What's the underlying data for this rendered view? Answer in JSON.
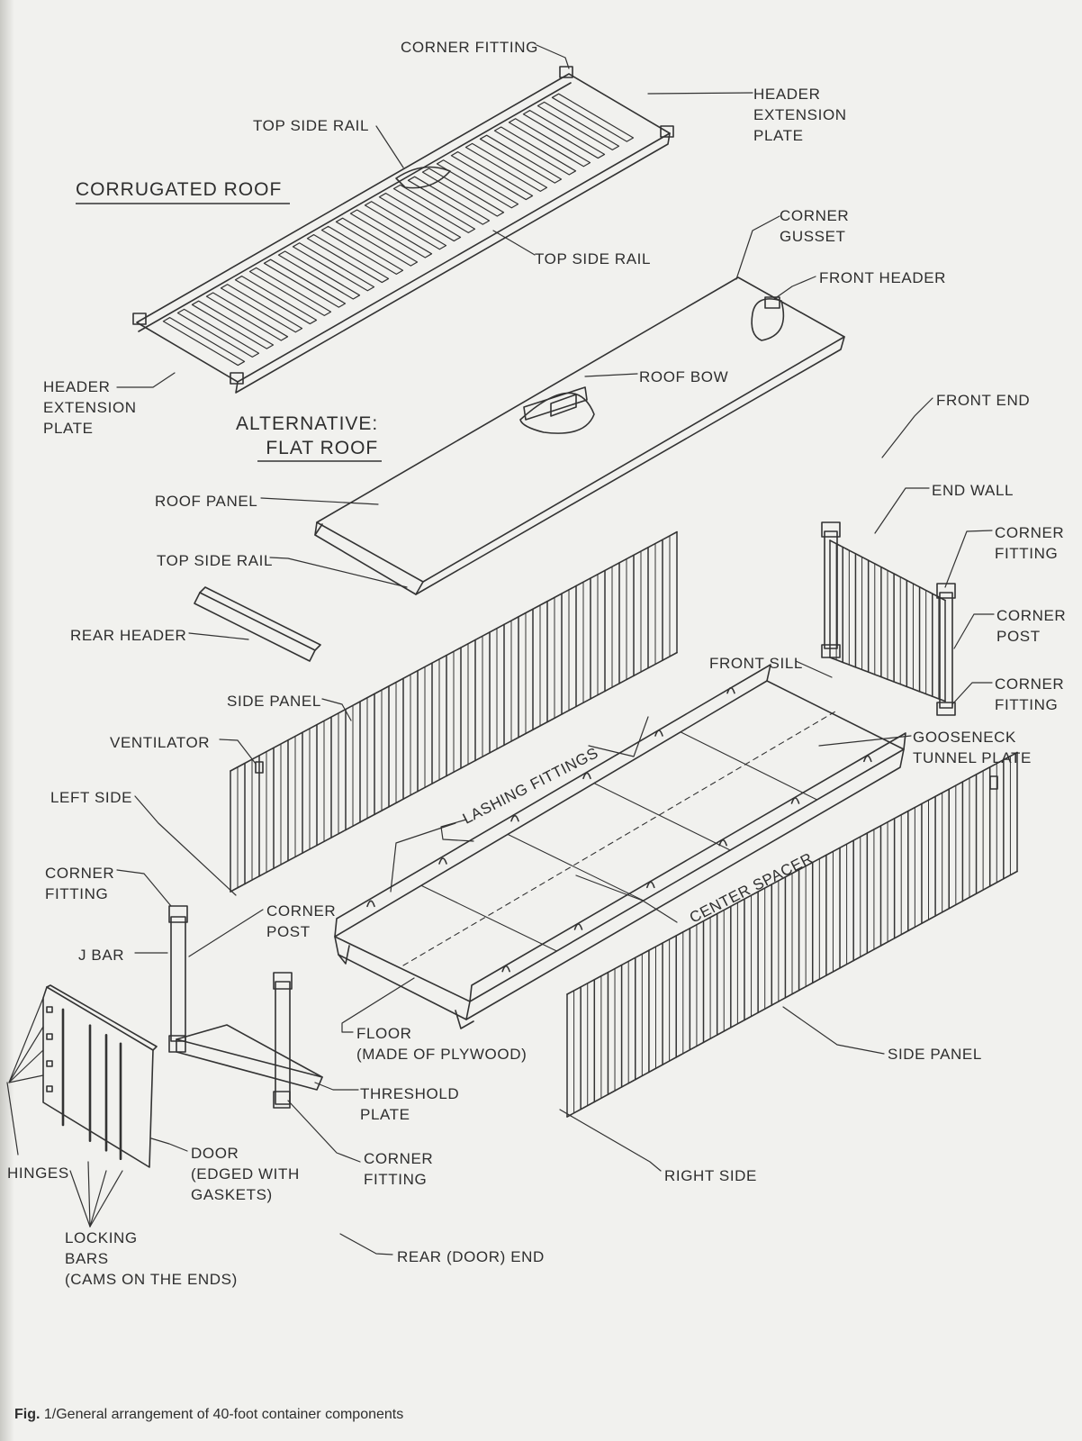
{
  "headings": {
    "corrugated_roof": "CORRUGATED ROOF",
    "alternative_flat_roof": "ALTERNATIVE:\nFLAT ROOF"
  },
  "labels": {
    "corner_fitting_top": "CORNER FITTING",
    "header_extension_plate_right": "HEADER\nEXTENSION\nPLATE",
    "top_side_rail_1": "TOP SIDE RAIL",
    "top_side_rail_2": "TOP SIDE RAIL",
    "corner_gusset": "CORNER\nGUSSET",
    "front_header": "FRONT HEADER",
    "header_extension_plate_left": "HEADER\nEXTENSION\nPLATE",
    "roof_bow": "ROOF BOW",
    "front_end": "FRONT END",
    "roof_panel": "ROOF PANEL",
    "end_wall": "END WALL",
    "corner_fitting_end_upper": "CORNER\nFITTING",
    "top_side_rail_3": "TOP SIDE RAIL",
    "corner_post_end": "CORNER\nPOST",
    "rear_header": "REAR HEADER",
    "front_sill": "FRONT SILL",
    "corner_fitting_end_lower": "CORNER\nFITTING",
    "side_panel_left": "SIDE PANEL",
    "gooseneck_tunnel_plate": "GOOSENECK\nTUNNEL PLATE",
    "ventilator": "VENTILATOR",
    "lashing_fittings": "LASHING FITTINGS",
    "left_side": "LEFT SIDE",
    "center_spacer": "CENTER SPACER",
    "corner_fitting_rear_upper": "CORNER\nFITTING",
    "corner_post_rear": "CORNER\nPOST",
    "j_bar": "J BAR",
    "floor": "FLOOR\n(MADE OF PLYWOOD)",
    "side_panel_right": "SIDE PANEL",
    "threshold_plate": "THRESHOLD\nPLATE",
    "door": "DOOR\n(EDGED WITH\nGASKETS)",
    "corner_fitting_rear_lower": "CORNER\nFITTING",
    "hinges": "HINGES",
    "right_side": "RIGHT SIDE",
    "locking_bars": "LOCKING\nBARS\n(CAMS ON THE ENDS)",
    "rear_door_end": "REAR (DOOR) END"
  },
  "caption": {
    "prefix": "Fig.",
    "text": " 1/General arrangement of 40-foot container components"
  }
}
